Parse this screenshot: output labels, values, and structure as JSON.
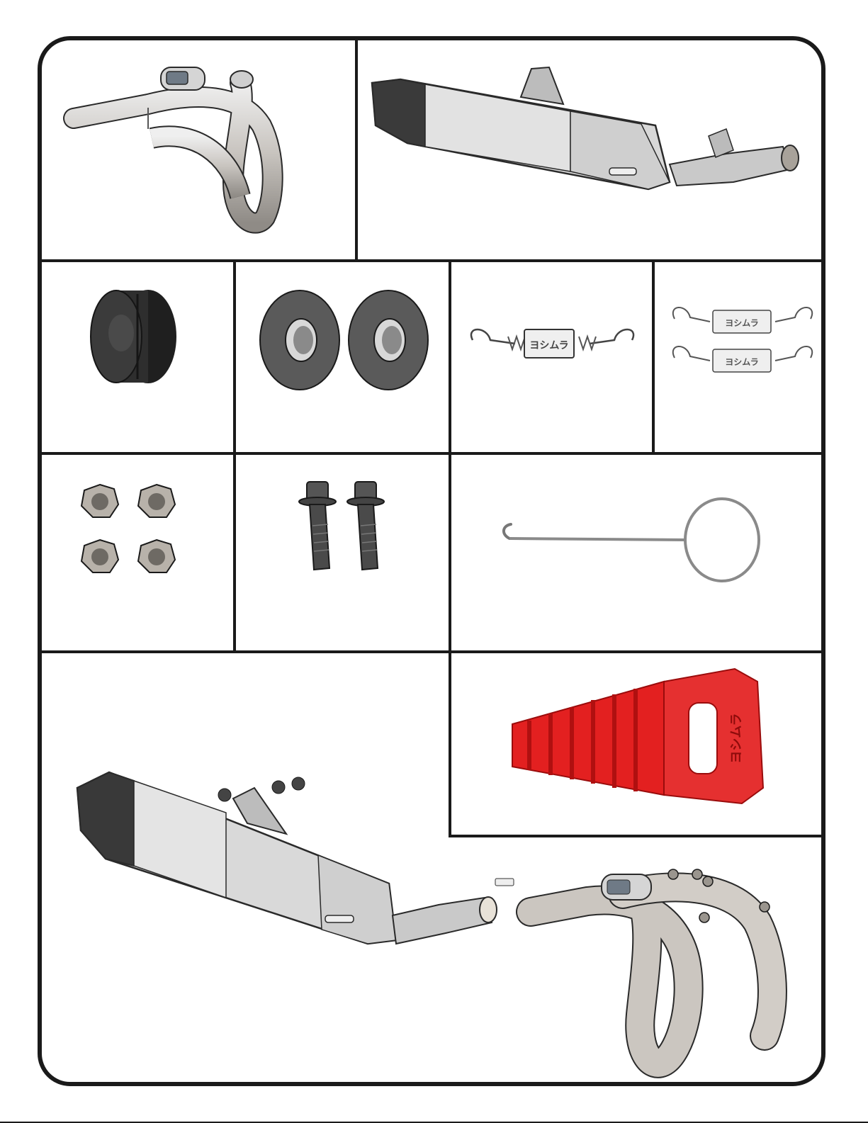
{
  "page": {
    "colors": {
      "border": "#1a1a1a",
      "metal_light": "#e6e6e6",
      "metal_mid": "#bdbdbd",
      "metal_dark": "#8a8a8a",
      "carbon": "#3a3a3a",
      "rubber": "#2b2b2b",
      "plug_red": "#e32020"
    }
  },
  "logos": {
    "spring_label": "ヨシムラ",
    "plug_label": "ヨシムラ"
  },
  "parts": [
    {
      "id": "head-pipe",
      "icon": "head-pipe-icon"
    },
    {
      "id": "muffler",
      "icon": "muffler-icon"
    },
    {
      "id": "rubber-grommet",
      "icon": "grommet-icon"
    },
    {
      "id": "washers",
      "icon": "washer-icon",
      "quantity": 2
    },
    {
      "id": "spring-single",
      "icon": "spring-icon",
      "quantity": 1
    },
    {
      "id": "springs-pair",
      "icon": "spring-icon",
      "quantity": 2
    },
    {
      "id": "flange-nuts",
      "icon": "nut-icon",
      "quantity": 4
    },
    {
      "id": "flange-bolts",
      "icon": "bolt-icon",
      "quantity": 2
    },
    {
      "id": "spring-hook-tool",
      "icon": "hook-tool-icon"
    },
    {
      "id": "exhaust-plug",
      "icon": "plug-icon"
    },
    {
      "id": "assembly",
      "icon": "exploded-assembly-icon"
    }
  ]
}
